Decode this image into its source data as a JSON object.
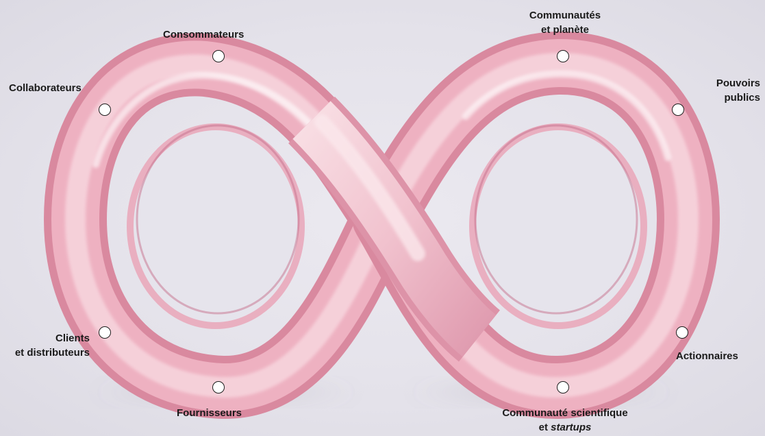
{
  "diagram": {
    "stakeholders": [
      {
        "id": "consommateurs",
        "lines": [
          "Consommateurs"
        ]
      },
      {
        "id": "communautes",
        "lines": [
          "Communautés",
          "et planète"
        ]
      },
      {
        "id": "collaborateurs",
        "lines": [
          "Collaborateurs"
        ]
      },
      {
        "id": "pouvoirs",
        "lines": [
          "Pouvoirs",
          "publics"
        ]
      },
      {
        "id": "clients",
        "lines": [
          "Clients",
          "et distributeurs"
        ]
      },
      {
        "id": "actionnaires",
        "lines": [
          "Actionnaires"
        ]
      },
      {
        "id": "fournisseurs",
        "lines": [
          "Fournisseurs"
        ]
      },
      {
        "id": "scientifique",
        "lines": [
          "Communauté scientifique"
        ],
        "line2_prefix": "et ",
        "line2_italic": "startups"
      }
    ]
  },
  "colors": {
    "background": "#e6e4ec",
    "ribbon_light": "#f7d4dc",
    "ribbon_mid": "#eeb0c0",
    "ribbon_dark": "#d17f98",
    "marker_fill": "#ffffff",
    "marker_stroke": "#1d1d1d",
    "text": "#1a1a1a"
  },
  "icons": {
    "shape": "infinity-loop-icon",
    "marker": "circle-marker-icon"
  }
}
